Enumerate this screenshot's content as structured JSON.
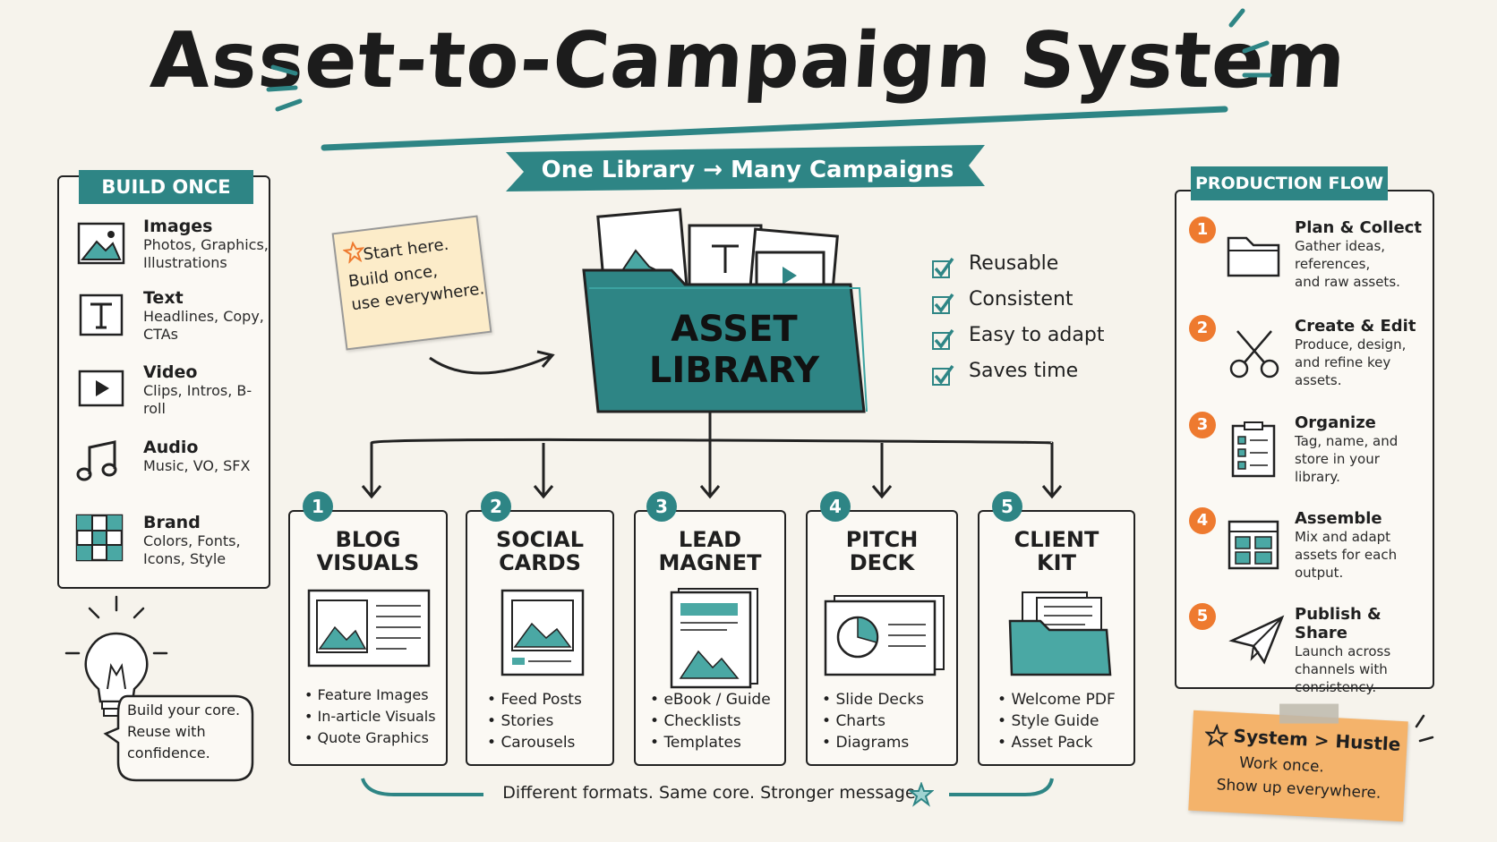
{
  "title": "Asset-to-Campaign System",
  "subtitle": "One Library → Many Campaigns",
  "build_once": {
    "tag": "BUILD ONCE",
    "items": [
      {
        "title": "Images",
        "sub": "Photos, Graphics, Illustrations",
        "icon": "image-icon"
      },
      {
        "title": "Text",
        "sub": "Headlines, Copy, CTAs",
        "icon": "text-icon"
      },
      {
        "title": "Video",
        "sub": "Clips, Intros, B-roll",
        "icon": "video-icon"
      },
      {
        "title": "Audio",
        "sub": "Music, VO, SFX",
        "icon": "music-icon"
      },
      {
        "title": "Brand",
        "sub": "Colors, Fonts, Icons, Style",
        "icon": "brand-grid-icon"
      }
    ]
  },
  "note_start": {
    "line1": "Start here.",
    "line2": "Build once,",
    "line3": "use everywhere."
  },
  "library": {
    "line1": "ASSET",
    "line2": "LIBRARY"
  },
  "benefits": [
    "Reusable",
    "Consistent",
    "Easy to adapt",
    "Saves time"
  ],
  "cards": [
    {
      "num": "1",
      "title1": "BLOG",
      "title2": "VISUALS",
      "items": [
        "Feature Images",
        "In-article Visuals",
        "Quote Graphics"
      ]
    },
    {
      "num": "2",
      "title1": "SOCIAL",
      "title2": "CARDS",
      "items": [
        "Feed Posts",
        "Stories",
        "Carousels"
      ]
    },
    {
      "num": "3",
      "title1": "LEAD",
      "title2": "MAGNET",
      "items": [
        "eBook / Guide",
        "Checklists",
        "Templates"
      ]
    },
    {
      "num": "4",
      "title1": "PITCH",
      "title2": "DECK",
      "items": [
        "Slide Decks",
        "Charts",
        "Diagrams"
      ]
    },
    {
      "num": "5",
      "title1": "CLIENT",
      "title2": "KIT",
      "items": [
        "Welcome PDF",
        "Style Guide",
        "Asset Pack"
      ]
    }
  ],
  "footer": "Different formats. Same core. Stronger message.",
  "bulb_note": {
    "line1": "Build your core.",
    "line2": "Reuse with",
    "line3": "confidence."
  },
  "production_flow": {
    "tag": "PRODUCTION FLOW",
    "steps": [
      {
        "num": "1",
        "title": "Plan & Collect",
        "lines": [
          "Gather ideas,",
          "references,",
          "and raw assets."
        ],
        "icon": "folder-icon"
      },
      {
        "num": "2",
        "title": "Create & Edit",
        "lines": [
          "Produce, design,",
          "and refine key",
          "assets."
        ],
        "icon": "scissors-icon"
      },
      {
        "num": "3",
        "title": "Organize",
        "lines": [
          "Tag, name, and",
          "store in your",
          "library."
        ],
        "icon": "checklist-icon"
      },
      {
        "num": "4",
        "title": "Assemble",
        "lines": [
          "Mix and adapt",
          "assets for each",
          "output."
        ],
        "icon": "layout-icon"
      },
      {
        "num": "5",
        "title": "Publish & Share",
        "lines": [
          "Launch across",
          "channels with",
          "consistency."
        ],
        "icon": "paper-plane-icon"
      }
    ]
  },
  "sticky": {
    "line1": "System > Hustle",
    "line2": "Work once.",
    "line3": "Show up everywhere."
  },
  "colors": {
    "teal": "#2e8585",
    "orange": "#ee7a2f",
    "sticky": "#f4b36b"
  }
}
